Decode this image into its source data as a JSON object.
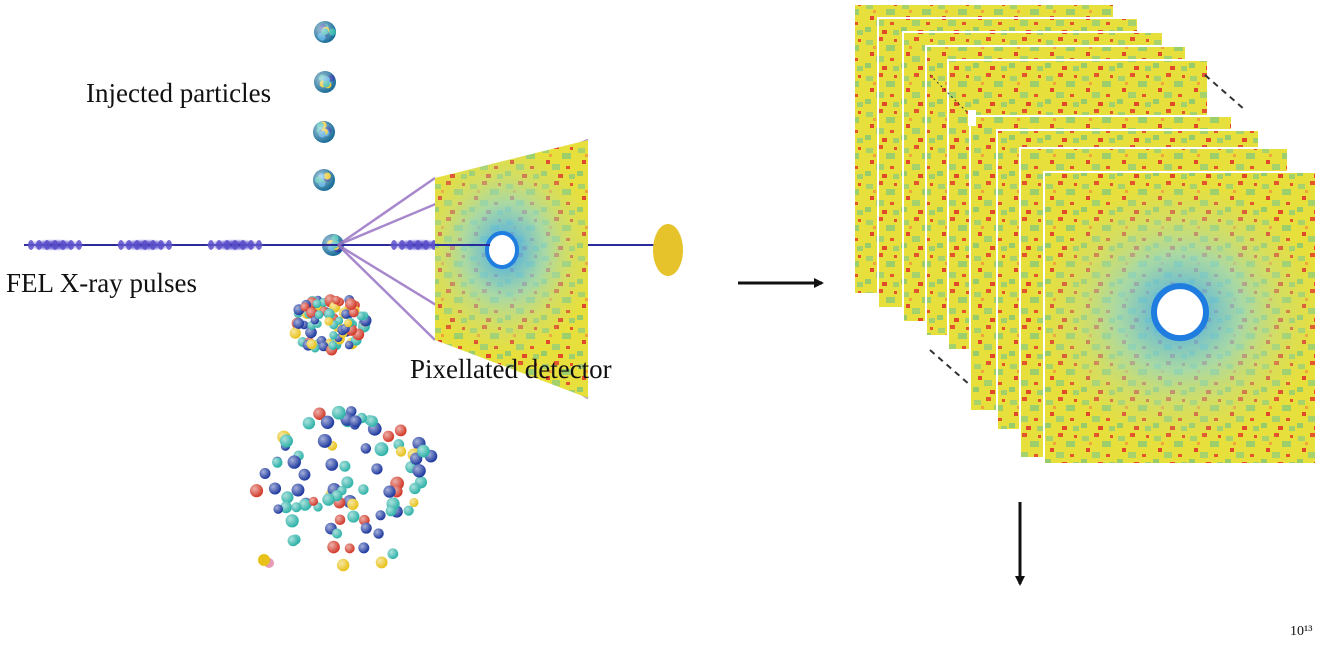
{
  "labels": {
    "injected_particles": "Injected particles",
    "fel_pulses": "FEL X-ray pulses",
    "pixellated_detector": "Pixellated detector",
    "corner_exponent": "10¹³"
  },
  "icons": {
    "particle": "injected-particle-icon",
    "pulse": "xray-pulse-icon",
    "detector": "detector-panel-icon",
    "beam_stop": "beam-stop-icon",
    "arrow": "arrow-icon"
  },
  "colors": {
    "beam": "#2a2a9a",
    "pulse": "#5a4fc9",
    "scatter_lines": "#9a74c4",
    "pattern_yellow": "#e8e03a",
    "pattern_green": "#9ccf6a",
    "pattern_red": "#e0482a",
    "pattern_cyan": "#8fd6d0",
    "pattern_blue": "#1f7de0",
    "beam_stop": "#e6c32a",
    "atom_teal": "#2fb3a9",
    "atom_navy": "#1f3aa0",
    "atom_red": "#d23a2a",
    "atom_yellow": "#e8c21a",
    "atom_pink": "#e79ab8"
  }
}
